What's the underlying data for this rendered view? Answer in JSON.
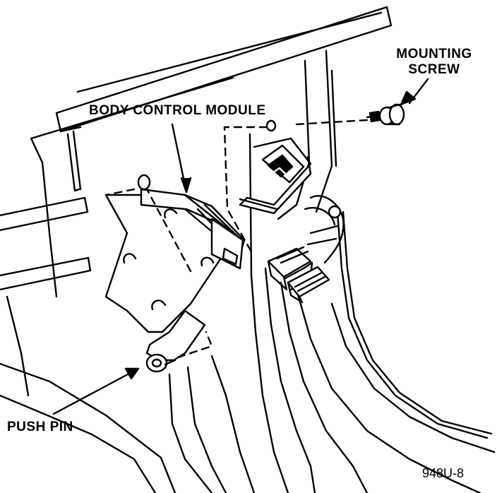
{
  "labels": {
    "body_control_module": "BODY CONTROL MODULE",
    "mounting_screw_line1": "MOUNTING",
    "mounting_screw_line2": "SCREW",
    "push_pin": "PUSH PIN",
    "figure_id": "948U-8"
  },
  "colors": {
    "ink": "#000000",
    "paper": "#ffffff"
  }
}
